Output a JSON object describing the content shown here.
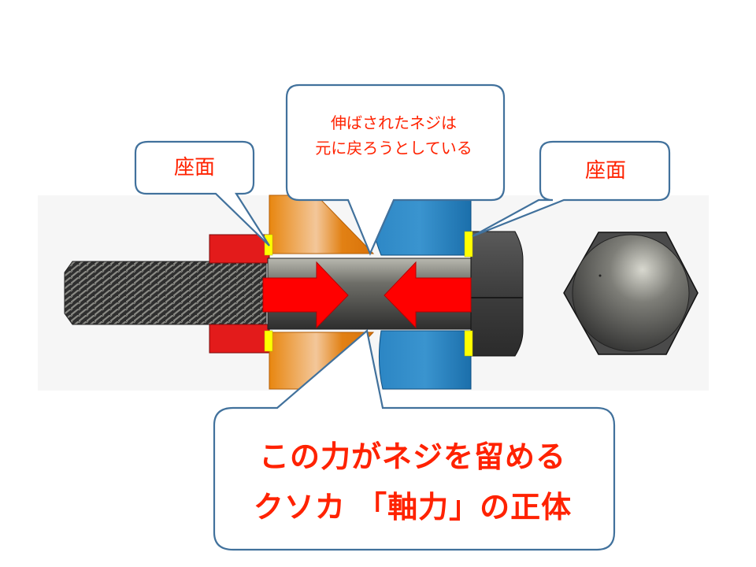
{
  "callouts": {
    "left_seat": "座面",
    "right_seat": "座面",
    "stretched_bolt_line1": "伸ばされたネジは",
    "stretched_bolt_line2": "元に戻ろうとしている",
    "main_line1": "この力がネジを留める",
    "main_line2": "クソカ 「軸力」の正体"
  },
  "colors": {
    "callout_text": "#ff2200",
    "callout_border": "#41719c",
    "nut": "#e31b1b",
    "plate_left": "#e07d10",
    "plate_right": "#1f77b4",
    "seat_marker": "#ffff00",
    "force_arrow": "#ff0000",
    "bolt": "#3a3a3a"
  },
  "icons": {
    "force_arrows": "red-arrows-pointing-inward",
    "bolt_head_end_view": "hex-bolt-head-icon"
  }
}
